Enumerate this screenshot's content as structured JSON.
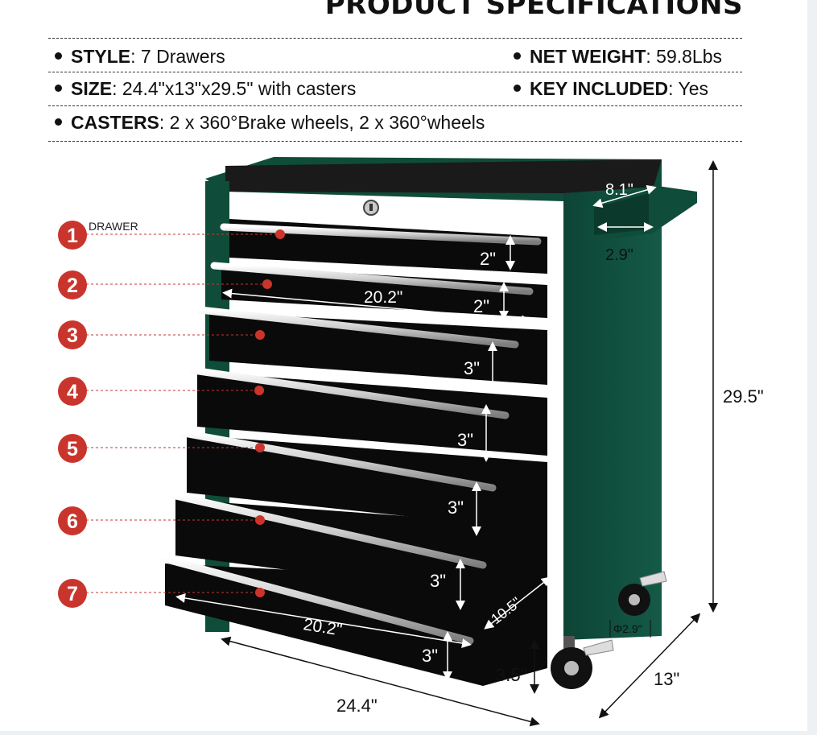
{
  "title": "PRODUCT SPECIFICATIONS",
  "specs": {
    "style_key": "STYLE",
    "style_value": ": 7 Drawers",
    "weight_key": "NET WEIGHT",
    "weight_value": ": 59.8Lbs",
    "size_key": "SIZE",
    "size_value": ": 24.4\"x13\"x29.5\" with casters",
    "key_key": "KEY INCLUDED",
    "key_value": ": Yes",
    "casters_key": "CASTERS",
    "casters_value": ": 2 x 360°Brake wheels, 2 x 360°wheels"
  },
  "drawer_label": "DRAWER",
  "drawer_numbers": [
    "1",
    "2",
    "3",
    "4",
    "5",
    "6",
    "7"
  ],
  "drawer_heights": [
    "2\"",
    "2\"",
    "3\"",
    "3\"",
    "3\"",
    "3\"",
    "3\""
  ],
  "dimensions": {
    "handle_length": "8.1\"",
    "handle_depth": "2.9\"",
    "drawer_width_top": "20.2\"",
    "drawer_width_bottom": "20.2\"",
    "drawer_depth": "10.5\"",
    "height": "29.5\"",
    "width": "24.4\"",
    "depth": "13\"",
    "caster_height": "3.5\"",
    "wheel_diameter": "Φ2.9\""
  },
  "colors": {
    "cabinet_green": "#0f4c3a",
    "drawer_black": "#0a0a0a",
    "handle_silver": "#d9d9d9",
    "marker_red": "#c9352d"
  }
}
